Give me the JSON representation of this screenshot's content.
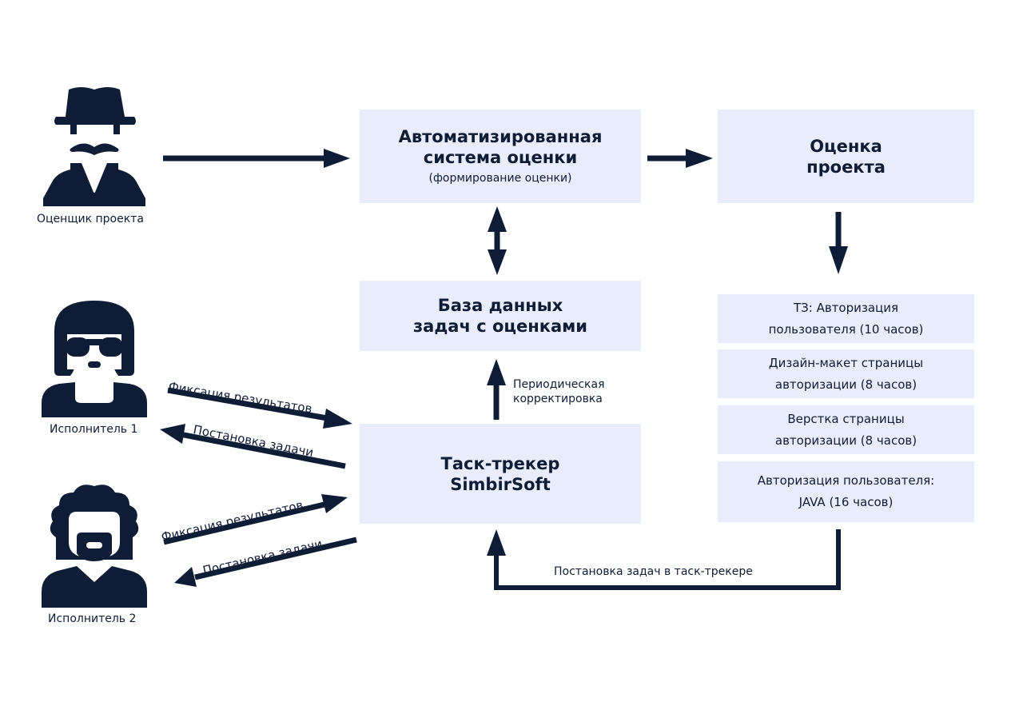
{
  "colors": {
    "ink": "#0f1c36",
    "box": "#e9edfb",
    "background": "#ffffff"
  },
  "actors": [
    {
      "id": "estimator",
      "label": "Оценщик проекта",
      "icon": "detective-icon"
    },
    {
      "id": "executor1",
      "label": "Исполнитель 1",
      "icon": "woman-sunglasses-icon"
    },
    {
      "id": "executor2",
      "label": "Исполнитель 2",
      "icon": "bearded-man-icon"
    }
  ],
  "boxes": {
    "auto_system": {
      "title": "Автоматизированная\nсистема оценки",
      "subtitle": "(формирование оценки)"
    },
    "project_estimate": {
      "title": "Оценка\nпроекта"
    },
    "database": {
      "title": "База данных\nзадач с оценками"
    },
    "task_tracker": {
      "title": "Таск-трекер\nSimbirSoft"
    }
  },
  "tasks": [
    {
      "text": "ТЗ: Авторизация\nпользователя (10 часов)"
    },
    {
      "text": "Дизайн-макет страницы\nавторизации (8 часов)"
    },
    {
      "text": "Верстка страницы\nавторизации (8 часов)"
    },
    {
      "text": "Авторизация пользователя:\nJAVA (16 часов)"
    }
  ],
  "arrow_labels": {
    "periodic_correction": "Периодическая\nкорректировка",
    "tracker_assignment": "Постановка задач в таск-трекере",
    "exec1_results": "Фиксация результатов",
    "exec1_task": "Постановка задачи",
    "exec2_results": "Фиксация результатов",
    "exec2_task": "Постановка задачи"
  }
}
